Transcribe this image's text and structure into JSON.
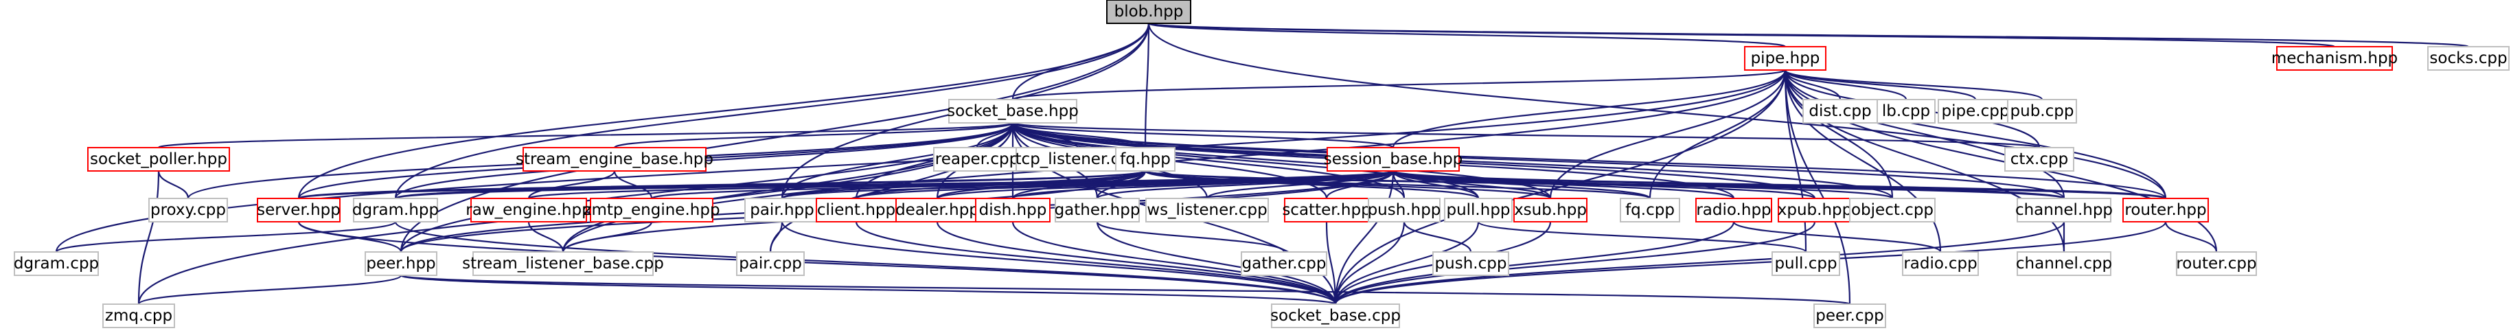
{
  "graph": {
    "title": "",
    "edge_color": "#191970",
    "node_fill": "#ffffff",
    "node_border_plain": "#bfbfbf",
    "node_border_red": "#ff0000",
    "root_fill": "#bfbfbf"
  },
  "nodes": [
    {
      "id": "blob_hpp",
      "label": "blob.hpp",
      "style": "root"
    },
    {
      "id": "pipe_hpp",
      "label": "pipe.hpp",
      "style": "red"
    },
    {
      "id": "mechanism_hpp",
      "label": "mechanism.hpp",
      "style": "red"
    },
    {
      "id": "socks_cpp",
      "label": "socks.cpp",
      "style": "plain"
    },
    {
      "id": "socket_base_hpp",
      "label": "socket_base.hpp",
      "style": "plain"
    },
    {
      "id": "dist_cpp",
      "label": "dist.cpp",
      "style": "plain"
    },
    {
      "id": "lb_cpp",
      "label": "lb.cpp",
      "style": "plain"
    },
    {
      "id": "pipe_cpp",
      "label": "pipe.cpp",
      "style": "plain"
    },
    {
      "id": "pub_cpp",
      "label": "pub.cpp",
      "style": "plain"
    },
    {
      "id": "ctx_cpp",
      "label": "ctx.cpp",
      "style": "plain"
    },
    {
      "id": "socket_poller_hpp",
      "label": "socket_poller.hpp",
      "style": "red"
    },
    {
      "id": "stream_engine_base_hpp",
      "label": "stream_engine_base.hpp",
      "style": "red"
    },
    {
      "id": "reaper_cpp",
      "label": "reaper.cpp",
      "style": "plain"
    },
    {
      "id": "tcp_listener_cpp",
      "label": "tcp_listener.cpp",
      "style": "plain"
    },
    {
      "id": "fq_hpp",
      "label": "fq.hpp",
      "style": "plain"
    },
    {
      "id": "session_base_hpp",
      "label": "session_base.hpp",
      "style": "red"
    },
    {
      "id": "proxy_cpp",
      "label": "proxy.cpp",
      "style": "plain"
    },
    {
      "id": "server_hpp",
      "label": "server.hpp",
      "style": "red"
    },
    {
      "id": "dgram_hpp",
      "label": "dgram.hpp",
      "style": "plain"
    },
    {
      "id": "raw_engine_hpp",
      "label": "raw_engine.hpp",
      "style": "red"
    },
    {
      "id": "zmtp_engine_hpp",
      "label": "zmtp_engine.hpp",
      "style": "red"
    },
    {
      "id": "pair_hpp",
      "label": "pair.hpp",
      "style": "plain"
    },
    {
      "id": "client_hpp",
      "label": "client.hpp",
      "style": "red"
    },
    {
      "id": "dealer_hpp",
      "label": "dealer.hpp",
      "style": "red"
    },
    {
      "id": "dish_hpp",
      "label": "dish.hpp",
      "style": "red"
    },
    {
      "id": "gather_hpp",
      "label": "gather.hpp",
      "style": "plain"
    },
    {
      "id": "ws_listener_cpp",
      "label": "ws_listener.cpp",
      "style": "plain"
    },
    {
      "id": "scatter_hpp",
      "label": "scatter.hpp",
      "style": "red"
    },
    {
      "id": "push_hpp",
      "label": "push.hpp",
      "style": "plain"
    },
    {
      "id": "pull_hpp",
      "label": "pull.hpp",
      "style": "plain"
    },
    {
      "id": "xsub_hpp",
      "label": "xsub.hpp",
      "style": "red"
    },
    {
      "id": "fq_cpp",
      "label": "fq.cpp",
      "style": "plain"
    },
    {
      "id": "radio_hpp",
      "label": "radio.hpp",
      "style": "red"
    },
    {
      "id": "xpub_hpp",
      "label": "xpub.hpp",
      "style": "red"
    },
    {
      "id": "object_cpp",
      "label": "object.cpp",
      "style": "plain"
    },
    {
      "id": "channel_hpp",
      "label": "channel.hpp",
      "style": "plain"
    },
    {
      "id": "router_hpp",
      "label": "router.hpp",
      "style": "red"
    },
    {
      "id": "dgram_cpp",
      "label": "dgram.cpp",
      "style": "plain"
    },
    {
      "id": "peer_hpp",
      "label": "peer.hpp",
      "style": "plain"
    },
    {
      "id": "stream_listener_base_cpp",
      "label": "stream_listener_base.cpp",
      "style": "plain"
    },
    {
      "id": "pair_cpp",
      "label": "pair.cpp",
      "style": "plain"
    },
    {
      "id": "gather_cpp",
      "label": "gather.cpp",
      "style": "plain"
    },
    {
      "id": "push_cpp",
      "label": "push.cpp",
      "style": "plain"
    },
    {
      "id": "pull_cpp",
      "label": "pull.cpp",
      "style": "plain"
    },
    {
      "id": "radio_cpp",
      "label": "radio.cpp",
      "style": "plain"
    },
    {
      "id": "channel_cpp",
      "label": "channel.cpp",
      "style": "plain"
    },
    {
      "id": "router_cpp",
      "label": "router.cpp",
      "style": "plain"
    },
    {
      "id": "zmq_cpp",
      "label": "zmq.cpp",
      "style": "plain"
    },
    {
      "id": "socket_base_cpp",
      "label": "socket_base.cpp",
      "style": "plain"
    },
    {
      "id": "peer_cpp",
      "label": "peer.cpp",
      "style": "plain"
    }
  ],
  "edges": [
    [
      "blob_hpp",
      "pipe_hpp"
    ],
    [
      "blob_hpp",
      "mechanism_hpp"
    ],
    [
      "blob_hpp",
      "socks_cpp"
    ],
    [
      "blob_hpp",
      "socket_base_hpp"
    ],
    [
      "blob_hpp",
      "fq_hpp"
    ],
    [
      "blob_hpp",
      "server_hpp"
    ],
    [
      "blob_hpp",
      "dgram_hpp"
    ],
    [
      "blob_hpp",
      "pair_hpp"
    ],
    [
      "blob_hpp",
      "router_hpp"
    ],
    [
      "blob_hpp",
      "peer_hpp"
    ],
    [
      "pipe_hpp",
      "socket_base_hpp"
    ],
    [
      "pipe_hpp",
      "dist_cpp"
    ],
    [
      "pipe_hpp",
      "lb_cpp"
    ],
    [
      "pipe_hpp",
      "pipe_cpp"
    ],
    [
      "pipe_hpp",
      "pub_cpp"
    ],
    [
      "pipe_hpp",
      "ctx_cpp"
    ],
    [
      "pipe_hpp",
      "session_base_hpp"
    ],
    [
      "pipe_hpp",
      "fq_cpp"
    ],
    [
      "pipe_hpp",
      "object_cpp"
    ],
    [
      "pipe_hpp",
      "channel_hpp"
    ],
    [
      "pipe_hpp",
      "router_hpp"
    ],
    [
      "pipe_hpp",
      "dgram_cpp"
    ],
    [
      "pipe_hpp",
      "pull_cpp"
    ],
    [
      "pipe_hpp",
      "radio_cpp"
    ],
    [
      "pipe_hpp",
      "channel_cpp"
    ],
    [
      "pipe_hpp",
      "router_cpp"
    ],
    [
      "pipe_hpp",
      "socket_base_cpp"
    ],
    [
      "pipe_hpp",
      "peer_cpp"
    ],
    [
      "pipe_hpp",
      "stream_listener_base_cpp"
    ],
    [
      "pipe_hpp",
      "xsub_hpp"
    ],
    [
      "socket_base_hpp",
      "ctx_cpp"
    ],
    [
      "socket_base_hpp",
      "socket_poller_hpp"
    ],
    [
      "socket_base_hpp",
      "stream_engine_base_hpp"
    ],
    [
      "socket_base_hpp",
      "reaper_cpp"
    ],
    [
      "socket_base_hpp",
      "tcp_listener_cpp"
    ],
    [
      "socket_base_hpp",
      "fq_hpp"
    ],
    [
      "socket_base_hpp",
      "session_base_hpp"
    ],
    [
      "socket_base_hpp",
      "proxy_cpp"
    ],
    [
      "socket_base_hpp",
      "server_hpp"
    ],
    [
      "socket_base_hpp",
      "dgram_hpp"
    ],
    [
      "socket_base_hpp",
      "pair_hpp"
    ],
    [
      "socket_base_hpp",
      "client_hpp"
    ],
    [
      "socket_base_hpp",
      "dealer_hpp"
    ],
    [
      "socket_base_hpp",
      "dish_hpp"
    ],
    [
      "socket_base_hpp",
      "gather_hpp"
    ],
    [
      "socket_base_hpp",
      "ws_listener_cpp"
    ],
    [
      "socket_base_hpp",
      "scatter_hpp"
    ],
    [
      "socket_base_hpp",
      "push_hpp"
    ],
    [
      "socket_base_hpp",
      "pull_hpp"
    ],
    [
      "socket_base_hpp",
      "xsub_hpp"
    ],
    [
      "socket_base_hpp",
      "radio_hpp"
    ],
    [
      "socket_base_hpp",
      "xpub_hpp"
    ],
    [
      "socket_base_hpp",
      "object_cpp"
    ],
    [
      "socket_base_hpp",
      "channel_hpp"
    ],
    [
      "socket_base_hpp",
      "router_hpp"
    ],
    [
      "socket_base_hpp",
      "peer_hpp"
    ],
    [
      "socket_base_hpp",
      "zmq_cpp"
    ],
    [
      "socket_base_hpp",
      "socket_base_cpp"
    ],
    [
      "socket_base_hpp",
      "stream_listener_base_cpp"
    ],
    [
      "socket_base_hpp",
      "pair_cpp"
    ],
    [
      "socket_poller_hpp",
      "proxy_cpp"
    ],
    [
      "socket_poller_hpp",
      "zmq_cpp"
    ],
    [
      "stream_engine_base_hpp",
      "raw_engine_hpp"
    ],
    [
      "stream_engine_base_hpp",
      "zmtp_engine_hpp"
    ],
    [
      "fq_hpp",
      "server_hpp"
    ],
    [
      "fq_hpp",
      "dgram_hpp"
    ],
    [
      "fq_hpp",
      "pair_hpp"
    ],
    [
      "fq_hpp",
      "client_hpp"
    ],
    [
      "fq_hpp",
      "dealer_hpp"
    ],
    [
      "fq_hpp",
      "dish_hpp"
    ],
    [
      "fq_hpp",
      "gather_hpp"
    ],
    [
      "fq_hpp",
      "pull_hpp"
    ],
    [
      "fq_hpp",
      "xsub_hpp"
    ],
    [
      "fq_hpp",
      "fq_cpp"
    ],
    [
      "fq_hpp",
      "router_hpp"
    ],
    [
      "fq_hpp",
      "channel_hpp"
    ],
    [
      "fq_hpp",
      "peer_hpp"
    ],
    [
      "session_base_hpp",
      "server_hpp"
    ],
    [
      "session_base_hpp",
      "dgram_hpp"
    ],
    [
      "session_base_hpp",
      "raw_engine_hpp"
    ],
    [
      "session_base_hpp",
      "zmtp_engine_hpp"
    ],
    [
      "session_base_hpp",
      "pair_hpp"
    ],
    [
      "session_base_hpp",
      "client_hpp"
    ],
    [
      "session_base_hpp",
      "dealer_hpp"
    ],
    [
      "session_base_hpp",
      "dish_hpp"
    ],
    [
      "session_base_hpp",
      "gather_hpp"
    ],
    [
      "session_base_hpp",
      "ws_listener_cpp"
    ],
    [
      "session_base_hpp",
      "scatter_hpp"
    ],
    [
      "session_base_hpp",
      "push_hpp"
    ],
    [
      "session_base_hpp",
      "pull_hpp"
    ],
    [
      "session_base_hpp",
      "xsub_hpp"
    ],
    [
      "session_base_hpp",
      "fq_cpp"
    ],
    [
      "session_base_hpp",
      "radio_hpp"
    ],
    [
      "session_base_hpp",
      "xpub_hpp"
    ],
    [
      "session_base_hpp",
      "object_cpp"
    ],
    [
      "session_base_hpp",
      "channel_hpp"
    ],
    [
      "session_base_hpp",
      "router_hpp"
    ],
    [
      "session_base_hpp",
      "peer_hpp"
    ],
    [
      "session_base_hpp",
      "stream_listener_base_cpp"
    ],
    [
      "session_base_hpp",
      "socket_base_cpp"
    ],
    [
      "raw_engine_hpp",
      "stream_listener_base_cpp"
    ],
    [
      "zmtp_engine_hpp",
      "stream_listener_base_cpp"
    ],
    [
      "server_hpp",
      "peer_hpp"
    ],
    [
      "server_hpp",
      "socket_base_cpp"
    ],
    [
      "dgram_hpp",
      "dgram_cpp"
    ],
    [
      "dgram_hpp",
      "socket_base_cpp"
    ],
    [
      "pair_hpp",
      "pair_cpp"
    ],
    [
      "pair_hpp",
      "socket_base_cpp"
    ],
    [
      "client_hpp",
      "socket_base_cpp"
    ],
    [
      "dealer_hpp",
      "socket_base_cpp"
    ],
    [
      "dish_hpp",
      "socket_base_cpp"
    ],
    [
      "gather_hpp",
      "gather_cpp"
    ],
    [
      "gather_hpp",
      "socket_base_cpp"
    ],
    [
      "scatter_hpp",
      "socket_base_cpp"
    ],
    [
      "push_hpp",
      "push_cpp"
    ],
    [
      "push_hpp",
      "socket_base_cpp"
    ],
    [
      "pull_hpp",
      "pull_cpp"
    ],
    [
      "pull_hpp",
      "socket_base_cpp"
    ],
    [
      "xsub_hpp",
      "socket_base_cpp"
    ],
    [
      "radio_hpp",
      "radio_cpp"
    ],
    [
      "radio_hpp",
      "socket_base_cpp"
    ],
    [
      "xpub_hpp",
      "socket_base_cpp"
    ],
    [
      "channel_hpp",
      "channel_cpp"
    ],
    [
      "channel_hpp",
      "socket_base_cpp"
    ],
    [
      "router_hpp",
      "router_cpp"
    ],
    [
      "router_hpp",
      "socket_base_cpp"
    ],
    [
      "peer_hpp",
      "peer_cpp"
    ],
    [
      "peer_hpp",
      "zmq_cpp"
    ],
    [
      "peer_hpp",
      "socket_base_cpp"
    ]
  ]
}
